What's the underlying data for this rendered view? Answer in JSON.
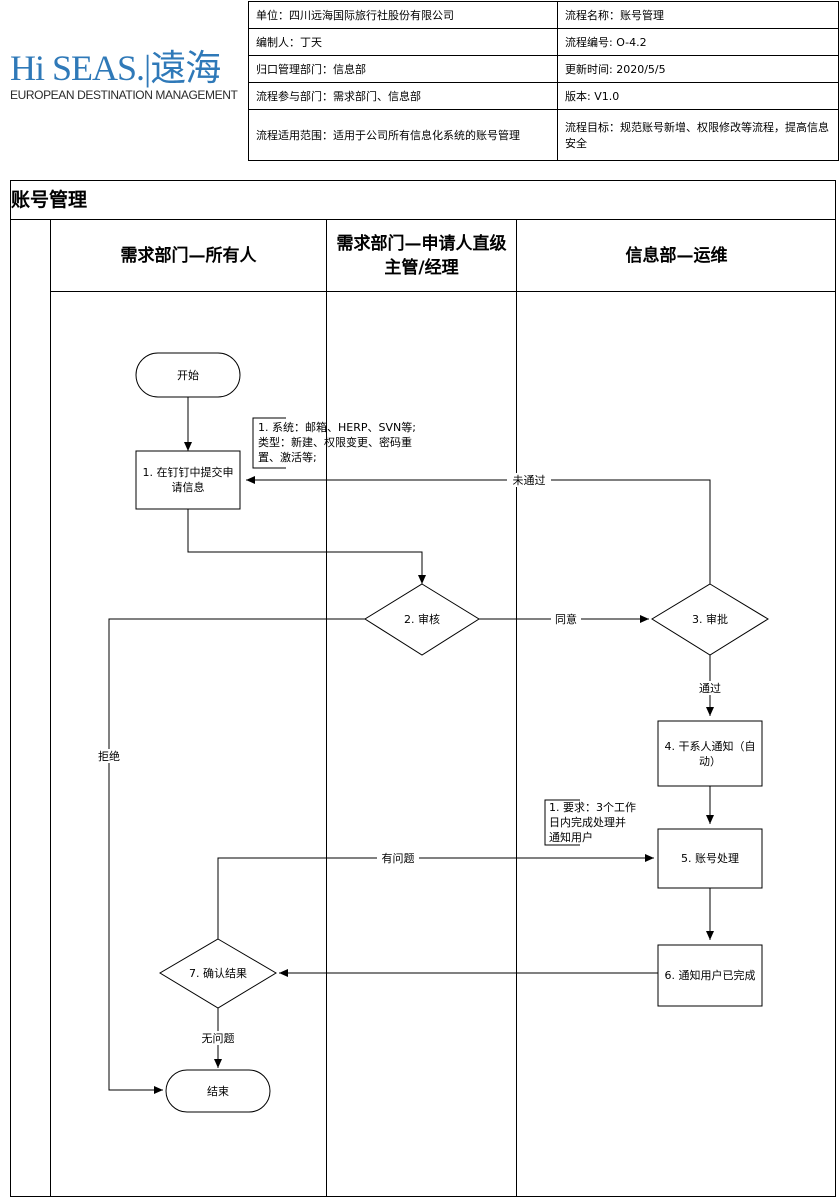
{
  "header": {
    "logo": {
      "brand_text": "Hi SEAS.|遠海",
      "subtitle": "EUROPEAN DESTINATION MANAGEMENT"
    },
    "info_rows": [
      {
        "left": "单位：四川远海国际旅行社股份有限公司",
        "right": "流程名称：账号管理"
      },
      {
        "left": "编制人：丁天",
        "right": "流程编号: O-4.2"
      },
      {
        "left": "归口管理部门：信息部",
        "right": "更新时间: 2020/5/5"
      },
      {
        "left": "流程参与部门：需求部门、信息部",
        "right": "版本: V1.0"
      },
      {
        "left": "流程适用范围：适用于公司所有信息化系统的账号管理",
        "right": "流程目标：规范账号新增、权限修改等流程，提高信息安全"
      }
    ]
  },
  "diagram": {
    "title": "账号管理",
    "lanes": [
      {
        "name": "需求部门—所有人"
      },
      {
        "name": "需求部门—申请人直级主管/经理"
      },
      {
        "name": "信息部—运维"
      }
    ],
    "nodes": {
      "start": "开始",
      "submit": [
        "1. 在钉钉中提交申",
        "请信息"
      ],
      "review": "2. 审核",
      "approve": "3. 审批",
      "notify_stakeholders": [
        "4. 干系人通知（自",
        "动）"
      ],
      "process_account": "5. 账号处理",
      "notify_user": "6. 通知用户已完成",
      "confirm": "7. 确认结果",
      "end": "结束"
    },
    "notes": {
      "submit_note": [
        "1. 系统：邮箱、HERP、SVN等;",
        "类型：新建、权限变更、密码重",
        "置、激活等;"
      ],
      "process_note": [
        "1. 要求：3个工作",
        "日内完成处理并",
        "通知用户"
      ]
    },
    "edge_labels": {
      "not_passed": "未通过",
      "agree": "同意",
      "passed": "通过",
      "reject": "拒绝",
      "has_issue": "有问题",
      "no_issue": "无问题"
    }
  }
}
